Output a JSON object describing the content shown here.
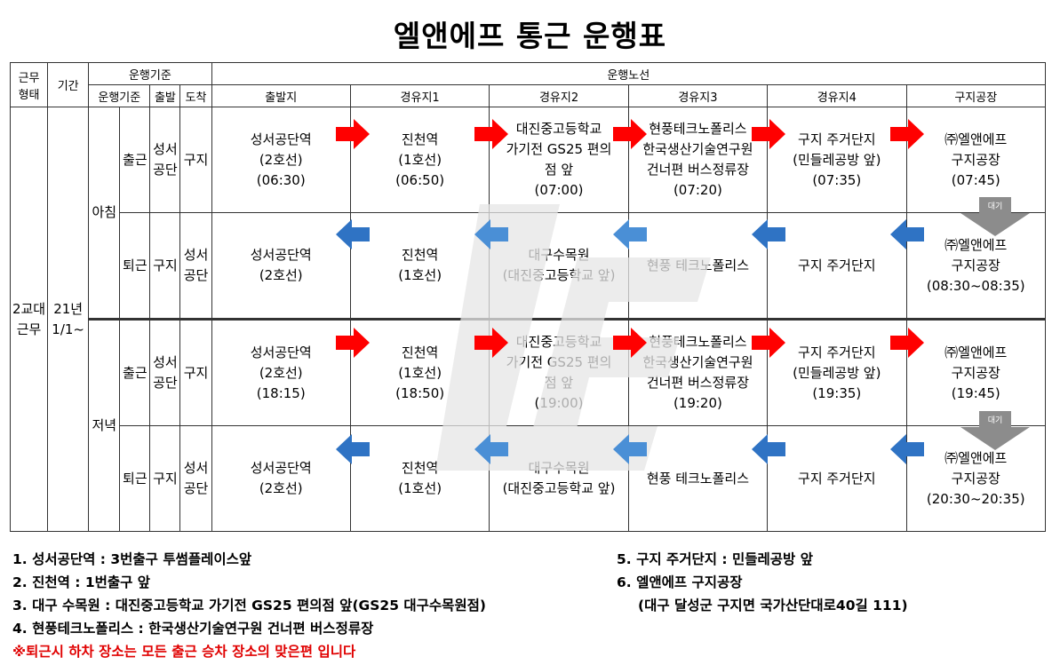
{
  "title": "엘앤에프 통근 운행표",
  "header": {
    "work_type": "근무\n형태",
    "period": "기간",
    "operation_basis": "운행기준",
    "operation_route": "운행노선",
    "op_basis_sub": "운행기준",
    "departure": "출발",
    "arrival": "도착",
    "columns": [
      "출발지",
      "경유지1",
      "경유지2",
      "경유지3",
      "경유지4",
      "구지공장"
    ]
  },
  "left": {
    "work_type_value": "2교대\n근무",
    "period_value": "21년\n1/1~",
    "morning": "아침",
    "evening": "저녁"
  },
  "rows": [
    {
      "dir": "출근",
      "from": "성서\n공단",
      "to": "구지",
      "stops": [
        "성서공단역\n(2호선)\n(06:30)",
        "진천역\n(1호선)\n(06:50)",
        "대진중고등학교\n가기전 GS25 편의\n점 앞\n(07:00)",
        "현풍테크노폴리스\n한국생산기술연구원\n건너편 버스정류장\n(07:20)",
        "구지 주거단지\n(민들레공방 앞)\n(07:35)",
        "㈜엘앤에프\n구지공장\n(07:45)"
      ]
    },
    {
      "dir": "퇴근",
      "from": "구지",
      "to": "성서\n공단",
      "stops": [
        "성서공단역\n(2호선)",
        "진천역\n(1호선)",
        "대구수목원\n(대진중고등학교 앞)",
        "현풍 테크노폴리스",
        "구지 주거단지",
        "㈜엘앤에프\n구지공장\n(08:30~08:35)"
      ]
    },
    {
      "dir": "출근",
      "from": "성서\n공단",
      "to": "구지",
      "stops": [
        "성서공단역\n(2호선)\n(18:15)",
        "진천역\n(1호선)\n(18:50)",
        "대진중고등학교\n가기전 GS25 편의\n점 앞\n(19:00)",
        "현풍테크노폴리스\n한국생산기술연구원\n건너편 버스정류장\n(19:20)",
        "구지 주거단지\n(민들레공방 앞)\n(19:35)",
        "㈜엘앤에프\n구지공장\n(19:45)"
      ]
    },
    {
      "dir": "퇴근",
      "from": "구지",
      "to": "성서\n공단",
      "stops": [
        "성서공단역\n(2호선)",
        "진천역\n(1호선)",
        "대구수목원\n(대진중고등학교 앞)",
        "현풍 테크노폴리스",
        "구지 주거단지",
        "㈜엘앤에프\n구지공장\n(20:30~20:35)"
      ]
    }
  ],
  "wait_label": "대기",
  "colors": {
    "arrow_red": "#ff0000",
    "arrow_blue": "#2f73c4",
    "arrow_blue_light": "#4a8fd6",
    "wait_gray": "#8c8c8c",
    "warning": "#e00000"
  },
  "notes": {
    "n1": "1. 성서공단역 : 3번출구 투썸플레이스앞",
    "n2": "2. 진천역 : 1번출구 앞",
    "n3": "3. 대구 수목원 : 대진중고등학교 가기전 GS25 편의점 앞(GS25 대구수목원점)",
    "n4": "4. 현풍테크노폴리스 : 한국생산기술연구원 건너편 버스정류장",
    "warning": "※퇴근시 하차 장소는 모든 출근 승차 장소의 맞은편 입니다",
    "n5": "5. 구지 주거단지 : 민들레공방 앞",
    "n6": "6. 엘앤에프 구지공장",
    "n6_addr": "(대구 달성군 구지면 국가산단대로40길 111)"
  }
}
